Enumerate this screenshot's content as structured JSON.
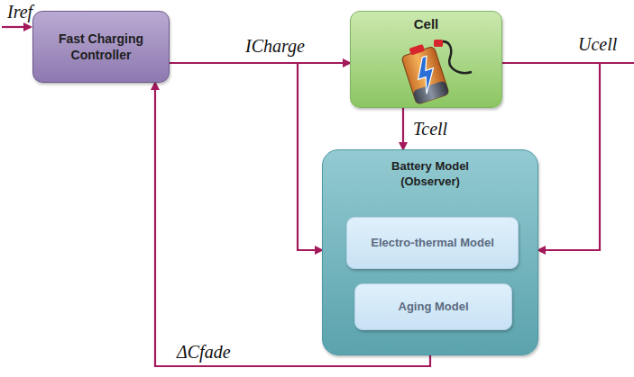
{
  "diagram": {
    "nodes": [
      {
        "text": [
          "Fast Charging Controller"
        ]
      },
      {
        "text": [
          "Cell"
        ]
      },
      {
        "text": [
          "Battery Model (Observer)"
        ]
      },
      {
        "text": [
          "Electro-thermal Model"
        ],
        "in": 2
      },
      {
        "text": [
          "Aging Model"
        ],
        "in": 2
      }
    ],
    "edges": [
      {
        "from": 0,
        "to": 1,
        "arrow": "to",
        "label": "ICharge"
      },
      {
        "from": 0,
        "to": 2,
        "arrow": "to"
      },
      {
        "from": 1,
        "to": 2,
        "arrow": "to",
        "label": "Tcell"
      },
      {
        "from": 1,
        "to": 2,
        "arrow": "to",
        "label": "Ucell"
      },
      {
        "from": 2,
        "to": 0,
        "arrow": "to",
        "label": "ΔCfade"
      }
    ],
    "labels": [
      "Iref"
    ]
  }
}
